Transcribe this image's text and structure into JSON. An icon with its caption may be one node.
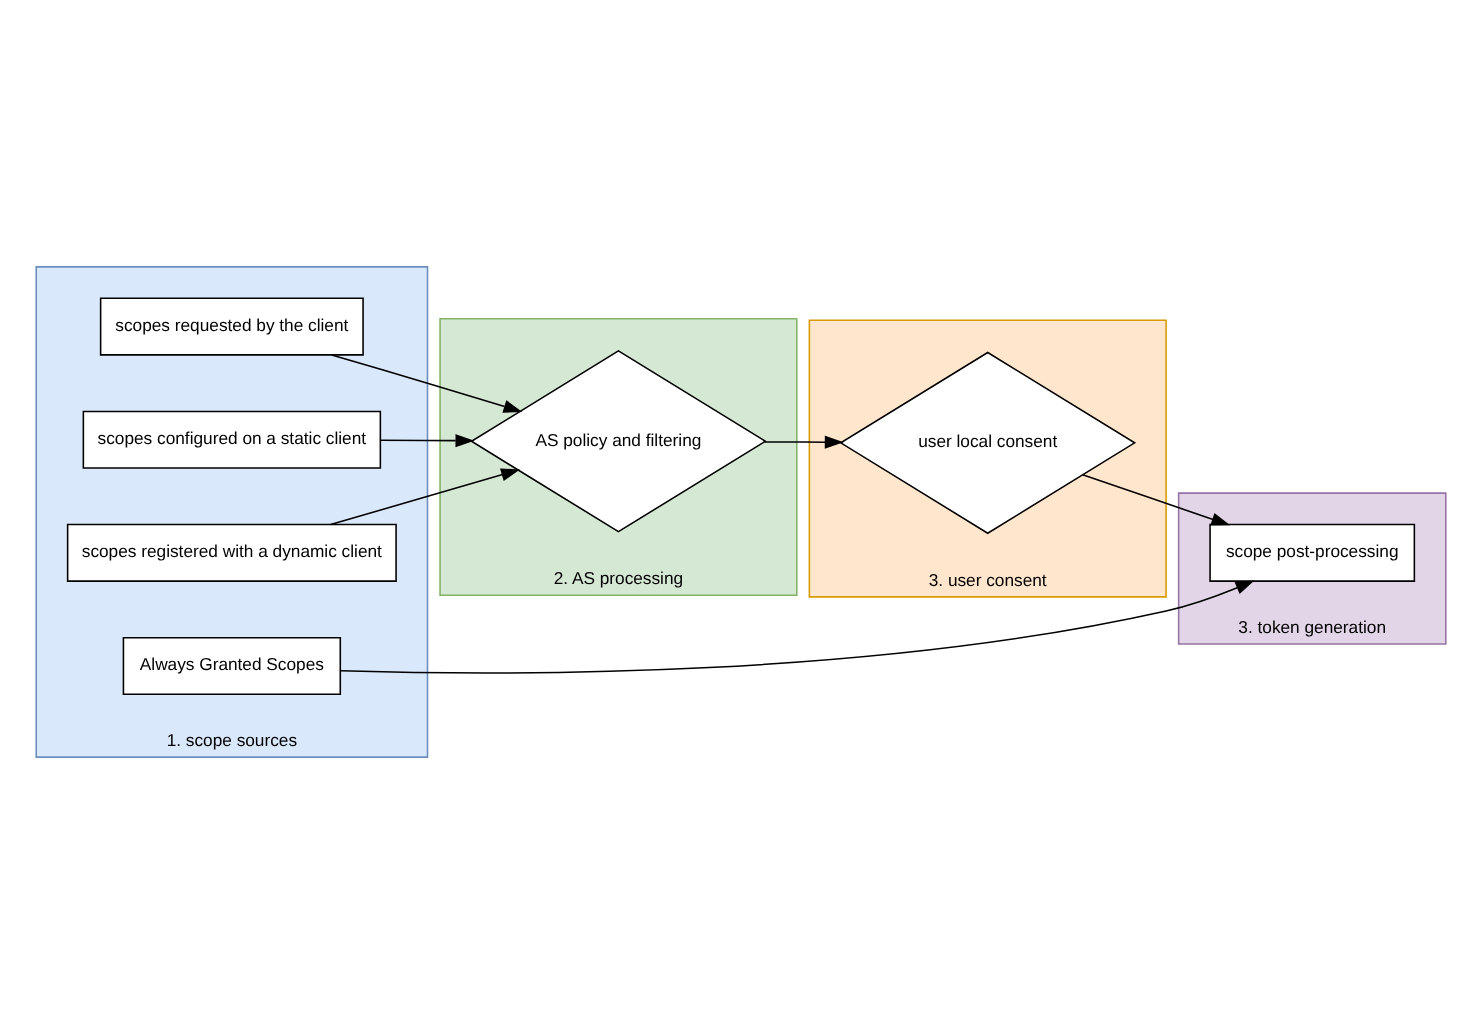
{
  "diagram": {
    "nodes": [
      {
        "text": [
          "1. scope sources"
        ]
      },
      {
        "text": [
          "scopes requested by the client"
        ],
        "in": 0
      },
      {
        "text": [
          "scopes configured on a static client"
        ],
        "in": 0
      },
      {
        "text": [
          "scopes registered with a dynamic client"
        ],
        "in": 0
      },
      {
        "text": [
          "Always Granted Scopes"
        ],
        "in": 0
      },
      {
        "text": [
          "2. AS processing"
        ]
      },
      {
        "text": [
          "AS policy and filtering"
        ],
        "in": 5
      },
      {
        "text": [
          "3. user consent"
        ]
      },
      {
        "text": [
          "user local consent"
        ],
        "in": 7
      },
      {
        "text": [
          "3. token generation"
        ]
      },
      {
        "text": [
          "scope post-processing"
        ],
        "in": 9
      }
    ],
    "edges": [
      {
        "from": 1,
        "to": 6,
        "arrow": "to"
      },
      {
        "from": 2,
        "to": 6,
        "arrow": "to"
      },
      {
        "from": 3,
        "to": 6,
        "arrow": "to"
      },
      {
        "from": 6,
        "to": 8,
        "arrow": "to"
      },
      {
        "from": 8,
        "to": 10,
        "arrow": "to"
      },
      {
        "from": 4,
        "to": 10,
        "arrow": "to"
      }
    ]
  }
}
